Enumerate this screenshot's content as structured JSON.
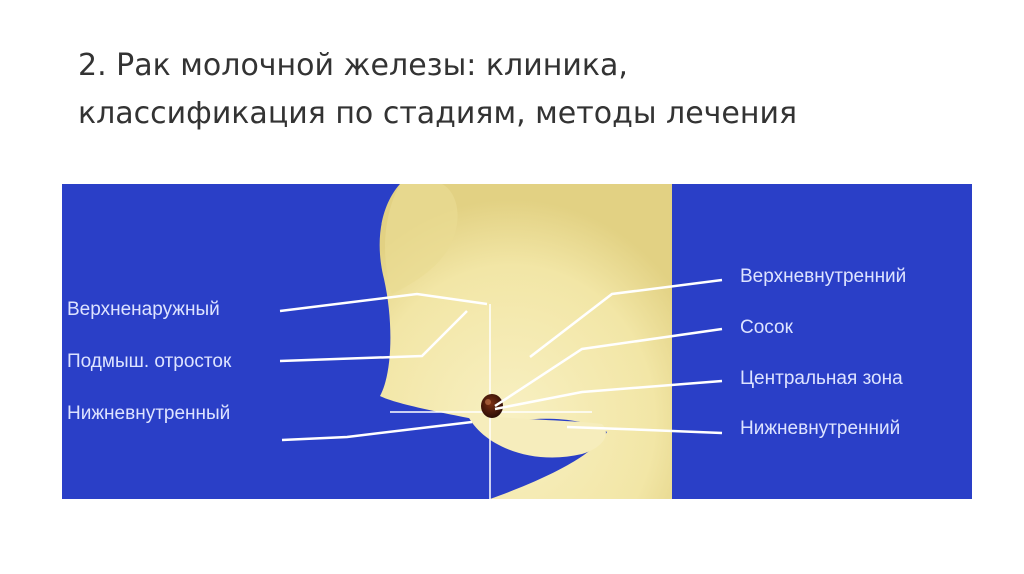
{
  "slide": {
    "title_line1": "2. Рак молочной железы: клиника,",
    "title_line2": "классификация по стадиям, методы лечения"
  },
  "diagram": {
    "colors": {
      "background": "#2a3fc7",
      "skin": "#f5ebb0",
      "skin_shadow": "#e6d68a",
      "nipple": "#4a1a0c",
      "lines": "#ffffff",
      "label_text": "#dde3ff"
    },
    "left_labels": [
      "Верхненаружный",
      "Подмыш. отросток",
      "Нижневнутренный"
    ],
    "right_labels": [
      "Верхневнутренний",
      "Сосок",
      "Центральная зона",
      "Нижневнутренний"
    ]
  }
}
